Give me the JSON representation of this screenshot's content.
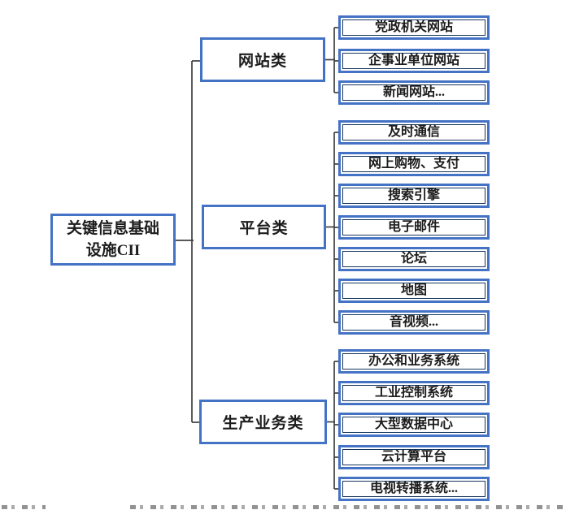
{
  "root": {
    "line1": "关键信息基础",
    "line2": "设施CII"
  },
  "groups": [
    {
      "label": "网站类",
      "children": [
        "党政机关网站",
        "企事业单位网站",
        "新闻网站..."
      ]
    },
    {
      "label": "平台类",
      "children": [
        "及时通信",
        "网上购物、支付",
        "搜索引擎",
        "电子邮件",
        "论坛",
        "地图",
        "音视频..."
      ]
    },
    {
      "label": "生产业务类",
      "children": [
        "办公和业务系统",
        "工业控制系统",
        "大型数据中心",
        "云计算平台",
        "电视转播系统..."
      ]
    }
  ],
  "colors": {
    "box_border": "#4472C4",
    "leaf_inner_border": "#17375E",
    "connector": "#404040",
    "text": "#1C1C1C",
    "background": "#FFFFFF"
  }
}
